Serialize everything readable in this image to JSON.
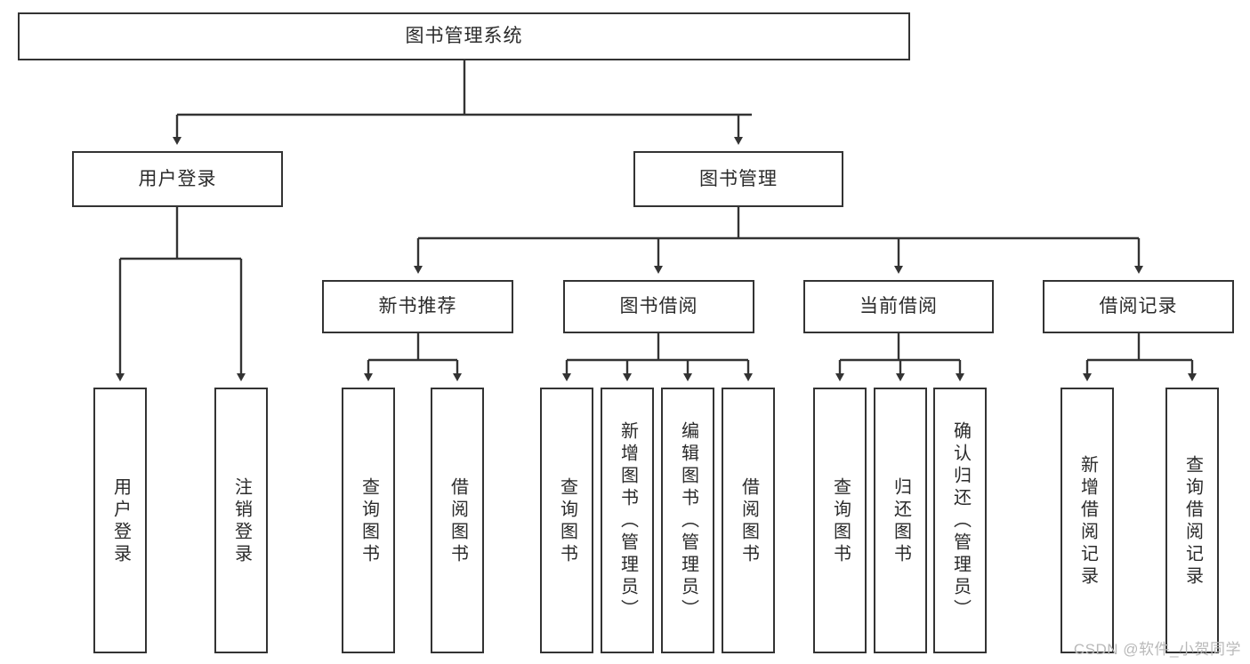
{
  "diagram": {
    "type": "tree-hierarchy-chart",
    "title": "图书管理系统",
    "root": {
      "id": "root",
      "label": "图书管理系统",
      "level": 0
    },
    "level1": [
      {
        "id": "user-login",
        "label": "用户登录"
      },
      {
        "id": "book-management",
        "label": "图书管理"
      }
    ],
    "level2": [
      {
        "id": "new-book-recommend",
        "label": "新书推荐",
        "parent": "book-management"
      },
      {
        "id": "book-borrow",
        "label": "图书借阅",
        "parent": "book-management"
      },
      {
        "id": "current-borrow",
        "label": "当前借阅",
        "parent": "book-management"
      },
      {
        "id": "borrow-record",
        "label": "借阅记录",
        "parent": "book-management"
      }
    ],
    "leaves": {
      "user_login": [
        {
          "id": "leaf-user-login",
          "label": "用户登录"
        },
        {
          "id": "leaf-logout-login",
          "label": "注销登录"
        }
      ],
      "new_book_recommend": [
        {
          "id": "leaf-query-book-1",
          "label": "查询图书"
        },
        {
          "id": "leaf-borrow-book-1",
          "label": "借阅图书"
        }
      ],
      "book_borrow": [
        {
          "id": "leaf-query-book-2",
          "label": "查询图书"
        },
        {
          "id": "leaf-add-book",
          "label": "新增图书（管理员）"
        },
        {
          "id": "leaf-edit-book",
          "label": "编辑图书（管理员）"
        },
        {
          "id": "leaf-borrow-book-2",
          "label": "借阅图书"
        }
      ],
      "current_borrow": [
        {
          "id": "leaf-query-book-3",
          "label": "查询图书"
        },
        {
          "id": "leaf-return-book",
          "label": "归还图书"
        },
        {
          "id": "leaf-confirm-return",
          "label": "确认归还（管理员）"
        }
      ],
      "borrow_record": [
        {
          "id": "leaf-add-record",
          "label": "新增借阅记录"
        },
        {
          "id": "leaf-query-record",
          "label": "查询借阅记录"
        }
      ]
    },
    "colors": {
      "stroke": "#333333",
      "fill": "#ffffff",
      "text": "#2b2b2b",
      "watermark": "#b9b9b9"
    }
  },
  "watermark": {
    "text": "CSDN @软件_小贺同学"
  }
}
